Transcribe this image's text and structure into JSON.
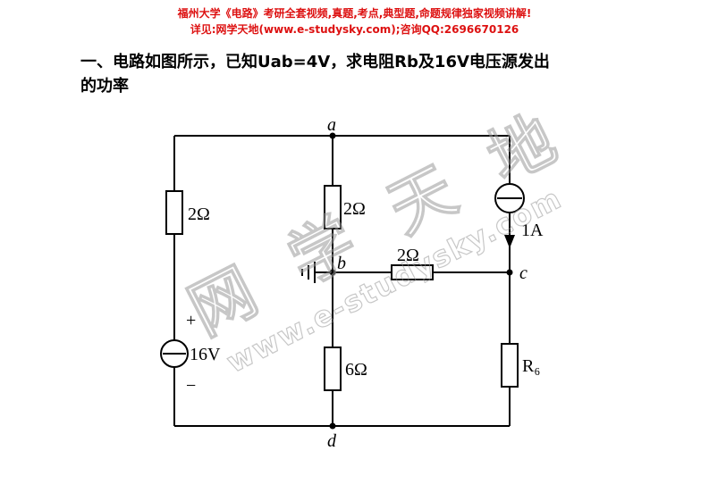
{
  "header": {
    "line1": "福州大学《电路》考研全套视频,真题,考点,典型题,命题规律独家视频讲解!",
    "line2": "详见:网学天地(www.e-studysky.com);咨询QQ:2696670126"
  },
  "title": {
    "line1": "一、电路如图所示，已知Uab=4V，求电阻Rb及16V电压源发出",
    "line2": "的功率"
  },
  "circuit": {
    "node_a": "a",
    "node_b": "b",
    "node_c": "c",
    "node_d": "d",
    "r_left": "2Ω",
    "r_mid_top": "2Ω",
    "r_bc": "2Ω",
    "r_mid_bottom": "6Ω",
    "r_right": "R₆",
    "v_source_label": "16V",
    "v_plus": "+",
    "v_minus": "−",
    "i_source_label": "1A"
  },
  "watermark": {
    "cn": "网 学 天 地",
    "url": "www.e-studysky.com"
  }
}
